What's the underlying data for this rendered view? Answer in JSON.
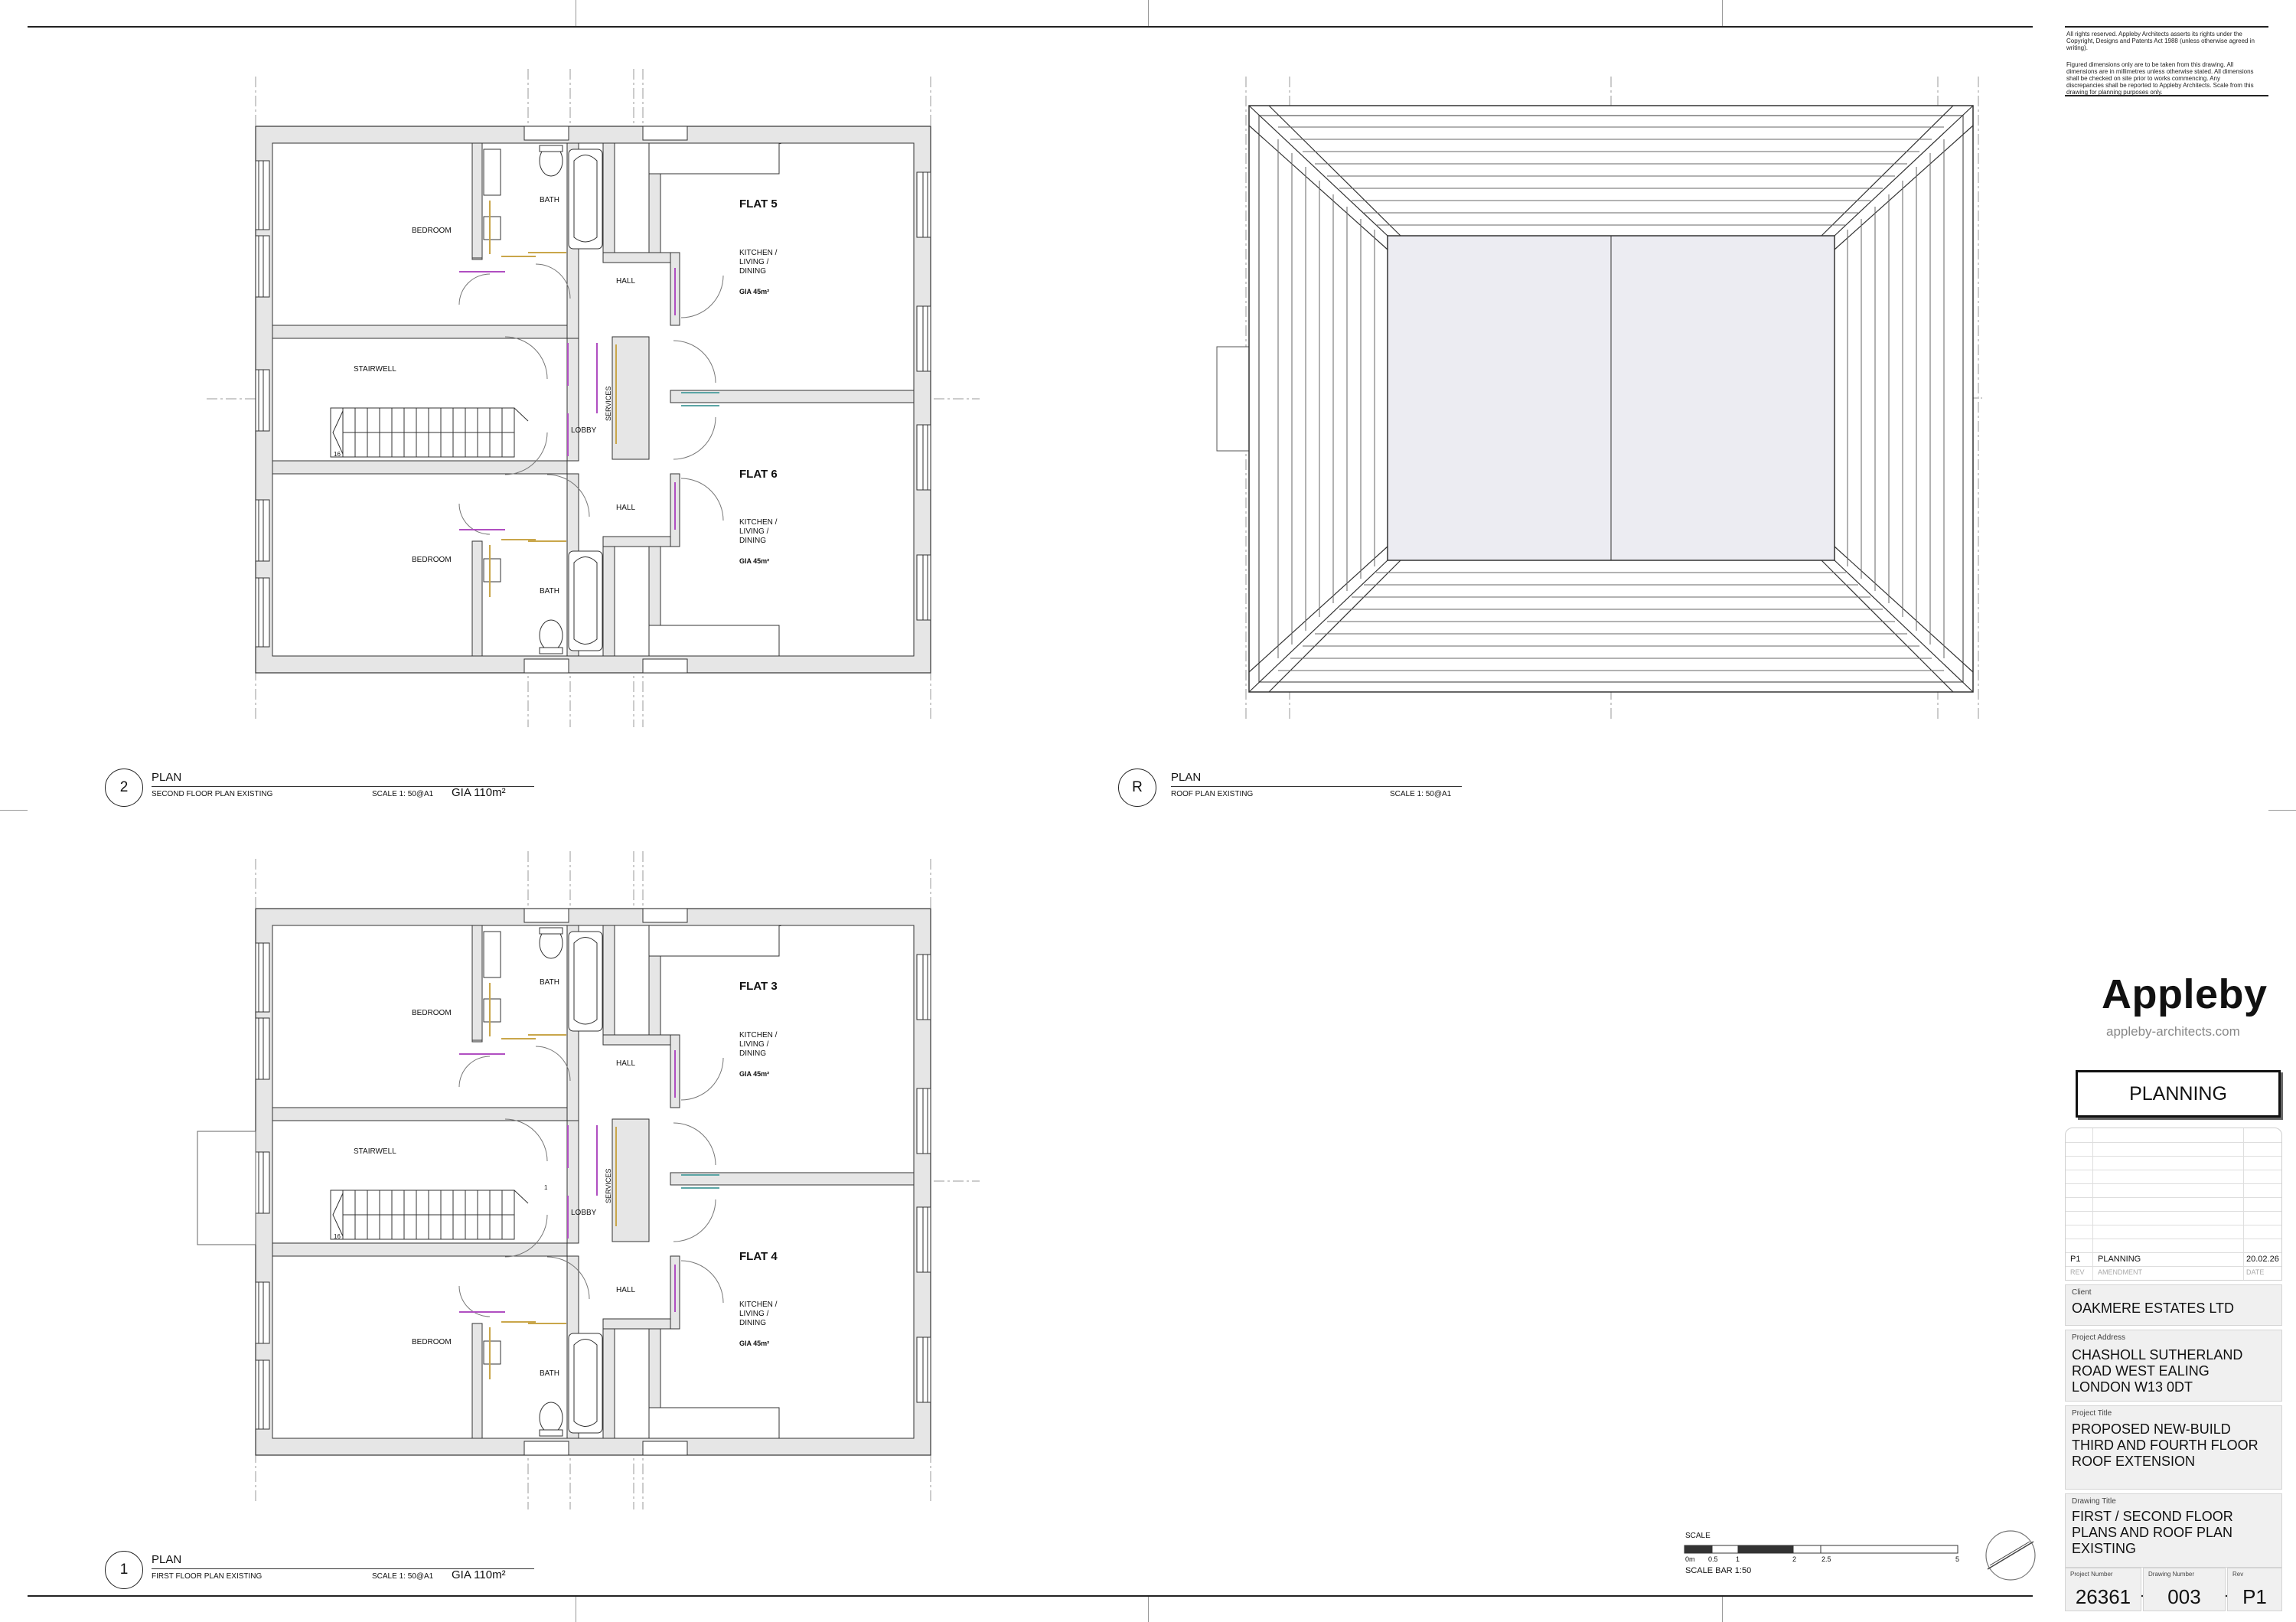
{
  "notes": {
    "copyright": "All rights reserved. Appleby Architects asserts its rights under the Copyright, Designs and Patents Act 1988 (unless otherwise agreed in writing).",
    "dimensions": "Figured dimensions only are to be taken from this drawing. All dimensions are in millimetres unless otherwise stated. All dimensions shall be checked on site prior to works commencing. Any discrepancies shall be reported to Appleby Architects. Scale from this drawing for planning purposes only."
  },
  "brand": {
    "name": "Appleby",
    "url": "appleby-architects.com"
  },
  "status": "PLANNING",
  "revision": {
    "rev": "P1",
    "amendment": "PLANNING",
    "date": "20.02.26",
    "head_rev": "REV",
    "head_amendment": "AMENDMENT",
    "head_date": "DATE"
  },
  "client": {
    "label": "Client",
    "value": "OAKMERE ESTATES LTD"
  },
  "address": {
    "label": "Project Address",
    "lines": [
      "CHASHOLL SUTHERLAND",
      "ROAD WEST EALING",
      "LONDON W13 0DT"
    ]
  },
  "project_title": {
    "label": "Project Title",
    "lines": [
      "PROPOSED NEW-BUILD",
      "THIRD AND FOURTH FLOOR",
      "ROOF EXTENSION"
    ]
  },
  "drawing_title": {
    "label": "Drawing Title",
    "lines": [
      "FIRST / SECOND FLOOR",
      "PLANS AND ROOF PLAN",
      "EXISTING"
    ]
  },
  "numbers": {
    "project_label": "Project Number",
    "project": "26361",
    "drawing_label": "Drawing Number",
    "drawing": "003",
    "rev_label": "Rev",
    "rev": "P1"
  },
  "scale_bar": {
    "title": "SCALE",
    "caption": "SCALE BAR 1:50",
    "ticks": [
      "0m",
      "0.5",
      "1",
      "2",
      "2.5",
      "5"
    ]
  },
  "views": {
    "second": {
      "num": "2",
      "title": "PLAN",
      "subtitle": "SECOND FLOOR PLAN EXISTING",
      "scale": "SCALE 1: 50@A1",
      "gia": "GIA   110m²",
      "flat_top": "FLAT 5",
      "flat_bottom": "FLAT 6"
    },
    "first": {
      "num": "1",
      "title": "PLAN",
      "subtitle": "FIRST FLOOR PLAN EXISTING",
      "scale": "SCALE 1: 50@A1",
      "gia": "GIA   110m²",
      "flat_top": "FLAT 3",
      "flat_bottom": "FLAT 4"
    },
    "roof": {
      "num": "R",
      "title": "PLAN",
      "subtitle": "ROOF PLAN EXISTING",
      "scale": "SCALE 1: 50@A1"
    }
  },
  "rooms": {
    "bedroom": "BEDROOM",
    "bath": "BATH",
    "hall": "HALL",
    "stairwell": "STAIRWELL",
    "lobby": "LOBBY",
    "services": "SERVICES",
    "kitchen": [
      "KITCHEN /",
      "LIVING /",
      "DINING"
    ],
    "gia_flat": "GIA 45m²",
    "stair_up": "1",
    "stair_count": "16"
  }
}
